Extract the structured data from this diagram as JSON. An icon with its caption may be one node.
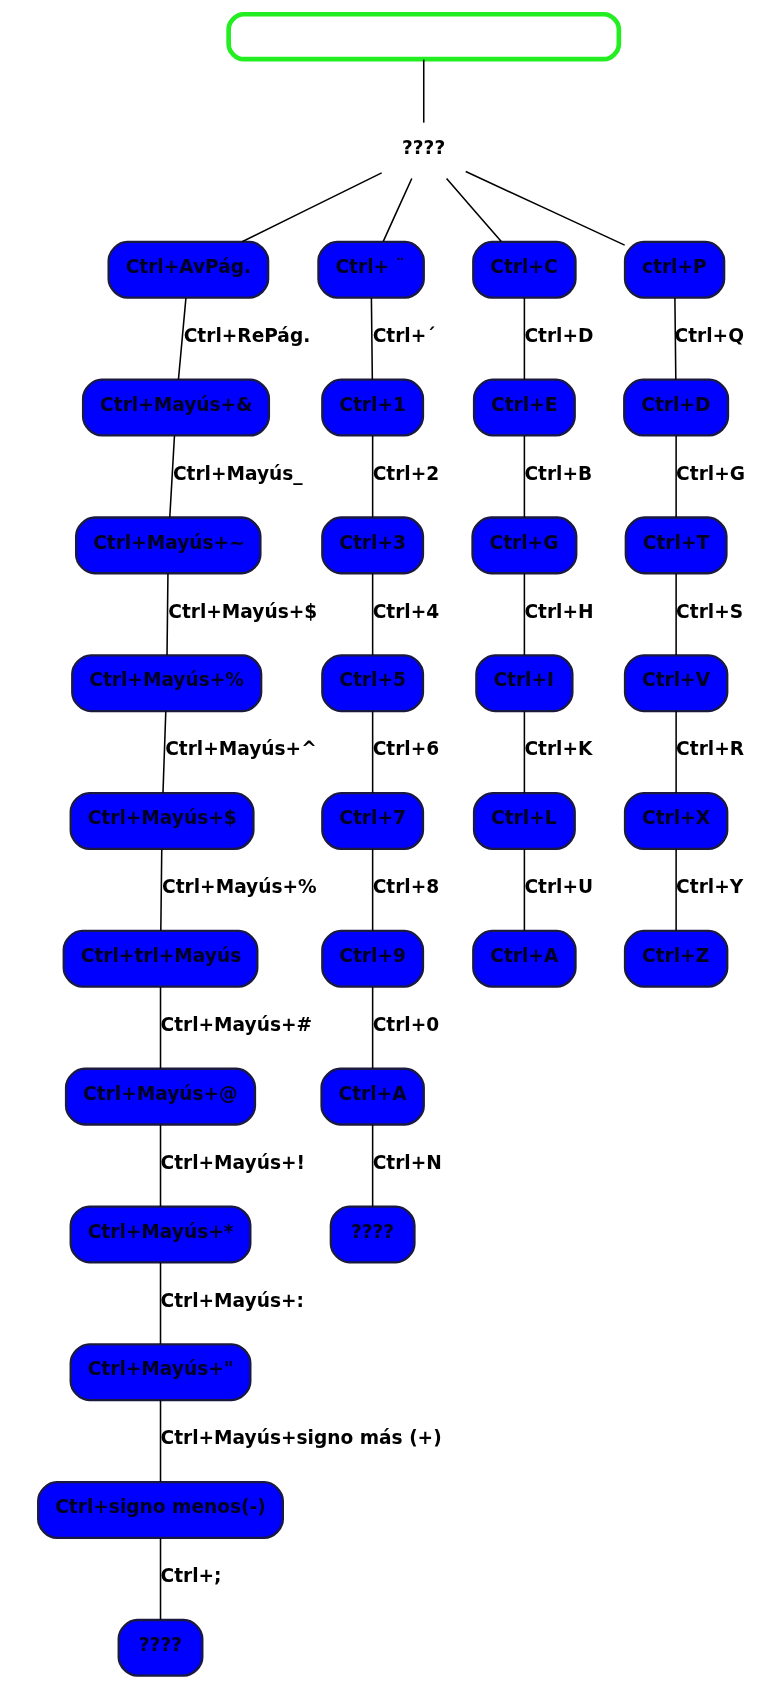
{
  "diagram": {
    "nodes": [
      {
        "text": [],
        "shape": "box"
      },
      {
        "text": [
          "????"
        ]
      },
      {
        "text": [
          "Ctrl+AvPág."
        ]
      },
      {
        "text": [
          "Ctrl+ ¨"
        ]
      },
      {
        "text": [
          "Ctrl+C"
        ]
      },
      {
        "text": [
          "ctrl+P"
        ]
      },
      {
        "text": [
          "Ctrl+Mayús+&"
        ]
      },
      {
        "text": [
          "Ctrl+Mayús+~"
        ]
      },
      {
        "text": [
          "Ctrl+Mayús+%"
        ]
      },
      {
        "text": [
          "Ctrl+Mayús+$"
        ]
      },
      {
        "text": [
          "Ctrl+trl+Mayús"
        ]
      },
      {
        "text": [
          "Ctrl+Mayús+@"
        ]
      },
      {
        "text": [
          "Ctrl+Mayús+*"
        ]
      },
      {
        "text": [
          "Ctrl+Mayús+\""
        ]
      },
      {
        "text": [
          "Ctrl+signo menos(-)"
        ]
      },
      {
        "text": [
          "????"
        ]
      },
      {
        "text": [
          "Ctrl+1"
        ]
      },
      {
        "text": [
          "Ctrl+3"
        ]
      },
      {
        "text": [
          "Ctrl+5"
        ]
      },
      {
        "text": [
          "Ctrl+7"
        ]
      },
      {
        "text": [
          "Ctrl+9"
        ]
      },
      {
        "text": [
          "Ctrl+A"
        ]
      },
      {
        "text": [
          "????"
        ]
      },
      {
        "text": [
          "Ctrl+E"
        ]
      },
      {
        "text": [
          "Ctrl+G"
        ]
      },
      {
        "text": [
          "Ctrl+I"
        ]
      },
      {
        "text": [
          "Ctrl+L"
        ]
      },
      {
        "text": [
          "Ctrl+A"
        ]
      },
      {
        "text": [
          "Ctrl+D"
        ]
      },
      {
        "text": [
          "Ctrl+T"
        ]
      },
      {
        "text": [
          "Ctrl+V"
        ]
      },
      {
        "text": [
          "Ctrl+X"
        ]
      },
      {
        "text": [
          "Ctrl+Z"
        ]
      }
    ],
    "edges": [
      {
        "from": 0,
        "to": 1,
        "arrow": "none"
      },
      {
        "from": 1,
        "to": 2,
        "arrow": "none"
      },
      {
        "from": 1,
        "to": 3,
        "arrow": "none"
      },
      {
        "from": 1,
        "to": 4,
        "arrow": "none"
      },
      {
        "from": 1,
        "to": 5,
        "arrow": "none"
      },
      {
        "from": 2,
        "to": 6,
        "arrow": "none",
        "label": "Ctrl+RePág."
      },
      {
        "from": 6,
        "to": 7,
        "arrow": "none",
        "label": "Ctrl+Mayús_"
      },
      {
        "from": 7,
        "to": 8,
        "arrow": "none",
        "label": "Ctrl+Mayús+$"
      },
      {
        "from": 8,
        "to": 9,
        "arrow": "none",
        "label": "Ctrl+Mayús+^"
      },
      {
        "from": 9,
        "to": 10,
        "arrow": "none",
        "label": "Ctrl+Mayús+%"
      },
      {
        "from": 10,
        "to": 11,
        "arrow": "none",
        "label": "Ctrl+Mayús+#"
      },
      {
        "from": 11,
        "to": 12,
        "arrow": "none",
        "label": "Ctrl+Mayús+!"
      },
      {
        "from": 12,
        "to": 13,
        "arrow": "none",
        "label": "Ctrl+Mayús+:"
      },
      {
        "from": 13,
        "to": 14,
        "arrow": "none",
        "label": "Ctrl+Mayús+signo más (+)"
      },
      {
        "from": 14,
        "to": 15,
        "arrow": "none",
        "label": "Ctrl+;"
      },
      {
        "from": 3,
        "to": 16,
        "arrow": "none",
        "label": "Ctrl+´"
      },
      {
        "from": 16,
        "to": 17,
        "arrow": "none",
        "label": "Ctrl+2"
      },
      {
        "from": 17,
        "to": 18,
        "arrow": "none",
        "label": "Ctrl+4"
      },
      {
        "from": 18,
        "to": 19,
        "arrow": "none",
        "label": "Ctrl+6"
      },
      {
        "from": 19,
        "to": 20,
        "arrow": "none",
        "label": "Ctrl+8"
      },
      {
        "from": 20,
        "to": 21,
        "arrow": "none",
        "label": "Ctrl+0"
      },
      {
        "from": 21,
        "to": 22,
        "arrow": "none",
        "label": "Ctrl+N"
      },
      {
        "from": 4,
        "to": 23,
        "arrow": "none",
        "label": "Ctrl+D"
      },
      {
        "from": 23,
        "to": 24,
        "arrow": "none",
        "label": "Ctrl+B"
      },
      {
        "from": 24,
        "to": 25,
        "arrow": "none",
        "label": "Ctrl+H"
      },
      {
        "from": 25,
        "to": 26,
        "arrow": "none",
        "label": "Ctrl+K"
      },
      {
        "from": 26,
        "to": 27,
        "arrow": "none",
        "label": "Ctrl+U"
      },
      {
        "from": 5,
        "to": 28,
        "arrow": "none",
        "label": "Ctrl+Q"
      },
      {
        "from": 28,
        "to": 29,
        "arrow": "none",
        "label": "Ctrl+G"
      },
      {
        "from": 29,
        "to": 30,
        "arrow": "none",
        "label": "Ctrl+S"
      },
      {
        "from": 30,
        "to": 31,
        "arrow": "none",
        "label": "Ctrl+R"
      },
      {
        "from": 31,
        "to": 32,
        "arrow": "none",
        "label": "Ctrl+Y"
      }
    ]
  }
}
